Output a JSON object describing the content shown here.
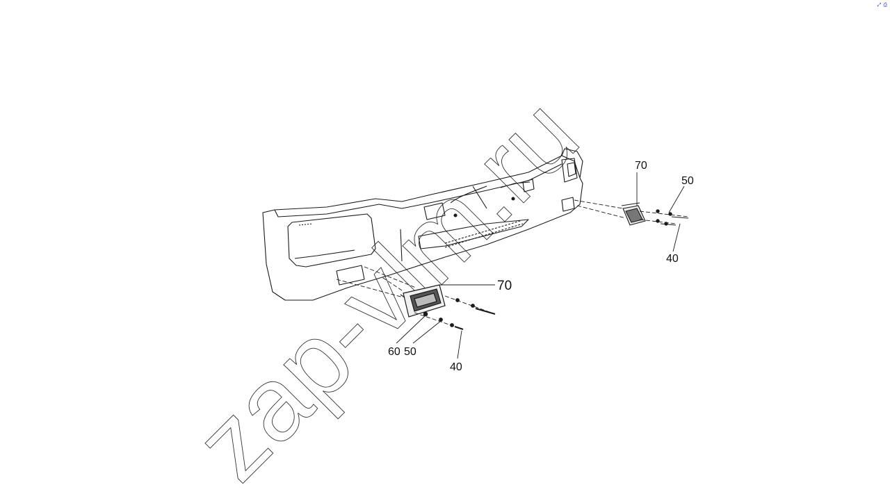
{
  "watermark": "zap-vlm.ru",
  "callouts": [
    {
      "id": "rh-70",
      "text": "70"
    },
    {
      "id": "rh-50",
      "text": "50"
    },
    {
      "id": "rh-40",
      "text": "40"
    },
    {
      "id": "lh-70",
      "text": "70"
    },
    {
      "id": "lh-60",
      "text": "60"
    },
    {
      "id": "lh-50",
      "text": "50"
    },
    {
      "id": "lh-40",
      "text": "40"
    }
  ],
  "corner_icons": [
    {
      "name": "expand-icon",
      "glyph": "⤢"
    },
    {
      "name": "print-icon",
      "glyph": "⎙"
    }
  ],
  "colors": {
    "line": "#1a1a1a",
    "watermark": "#333333",
    "icon": "#2233aa"
  }
}
